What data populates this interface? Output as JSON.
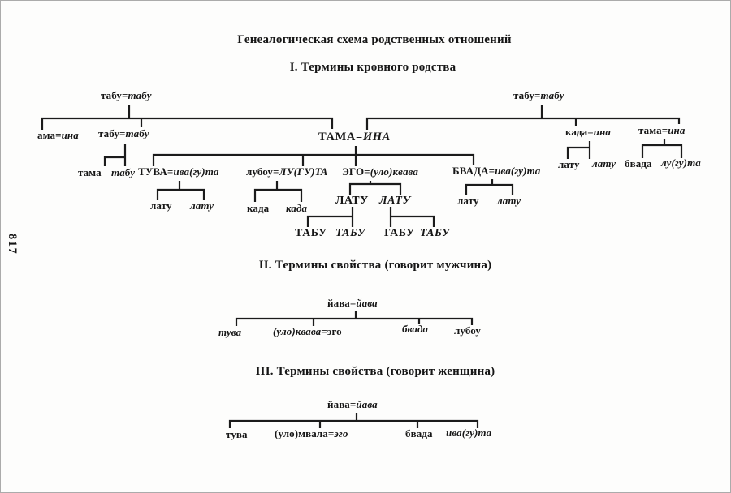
{
  "page": {
    "number": "817",
    "title": "Генеалогическая схема родственных отношений"
  },
  "sections": {
    "s1": {
      "heading": "I. Термины кровного родства"
    },
    "s2": {
      "heading": "II. Термины свойства (говорит мужчина)"
    },
    "s3": {
      "heading": "III. Термины свойства (говорит женщина)"
    }
  },
  "t1": {
    "grandparents_left": {
      "a": "табу=",
      "b": "табу"
    },
    "grandparents_right": {
      "a": "табу=",
      "b": "табу"
    },
    "ama_ina": {
      "a": "ама=",
      "b": "ина"
    },
    "tabu_tabu2": {
      "a": "табу=",
      "b": "табу"
    },
    "tama_ina_parents": {
      "a": "ТАМА=",
      "b": "ИНА"
    },
    "kada_ina": {
      "a": "када=",
      "b": "ина"
    },
    "tama_ina_small": {
      "a": "тама=",
      "b": "ина"
    },
    "tama_child": "тама",
    "tabu_child": "табу",
    "tuva_couple": {
      "a": "ТУВА=",
      "b": "ива(гу)та"
    },
    "lubou_couple": {
      "a": "лубоу=",
      "b": "ЛУ(ГУ)ТА"
    },
    "ego_couple": {
      "a": "ЭГО=",
      "b": "(уло)квава"
    },
    "bvada_couple": {
      "a": "БВАДА=",
      "b": "ива(гу)та"
    },
    "latu_kada_1": "лату",
    "latu_kada_2": "лату",
    "bvada_child": "бвада",
    "lu_gu_ta": "лу(гу)та",
    "latu_tuva_1": "лату",
    "latu_tuva_2": "лату",
    "kada_1": "када",
    "kada_2": "када",
    "latu_caps_1": "ЛАТУ",
    "latu_caps_2": "ЛАТУ",
    "latu_bvada_1": "лату",
    "latu_bvada_2": "лату",
    "tabu_caps_1": "ТАБУ",
    "tabu_caps_2": "ТАБУ",
    "tabu_caps_3": "ТАБУ",
    "tabu_caps_4": "ТАБУ"
  },
  "t2": {
    "couple": {
      "a": "йава=",
      "b": "йава"
    },
    "tuva": "тува",
    "ulo_kvava_ego": {
      "a": "(уло)квава",
      "b": "=эго"
    },
    "bvada": "бвада",
    "lubou": "лубоу"
  },
  "t3": {
    "couple": {
      "a": "йава=",
      "b": "йава"
    },
    "tuva": "тува",
    "ulo_mvala_ego": {
      "a": "(уло)мвала=",
      "b": "эго"
    },
    "bvada": "бвада",
    "iva_gu_ta": "ива(гу)та"
  }
}
